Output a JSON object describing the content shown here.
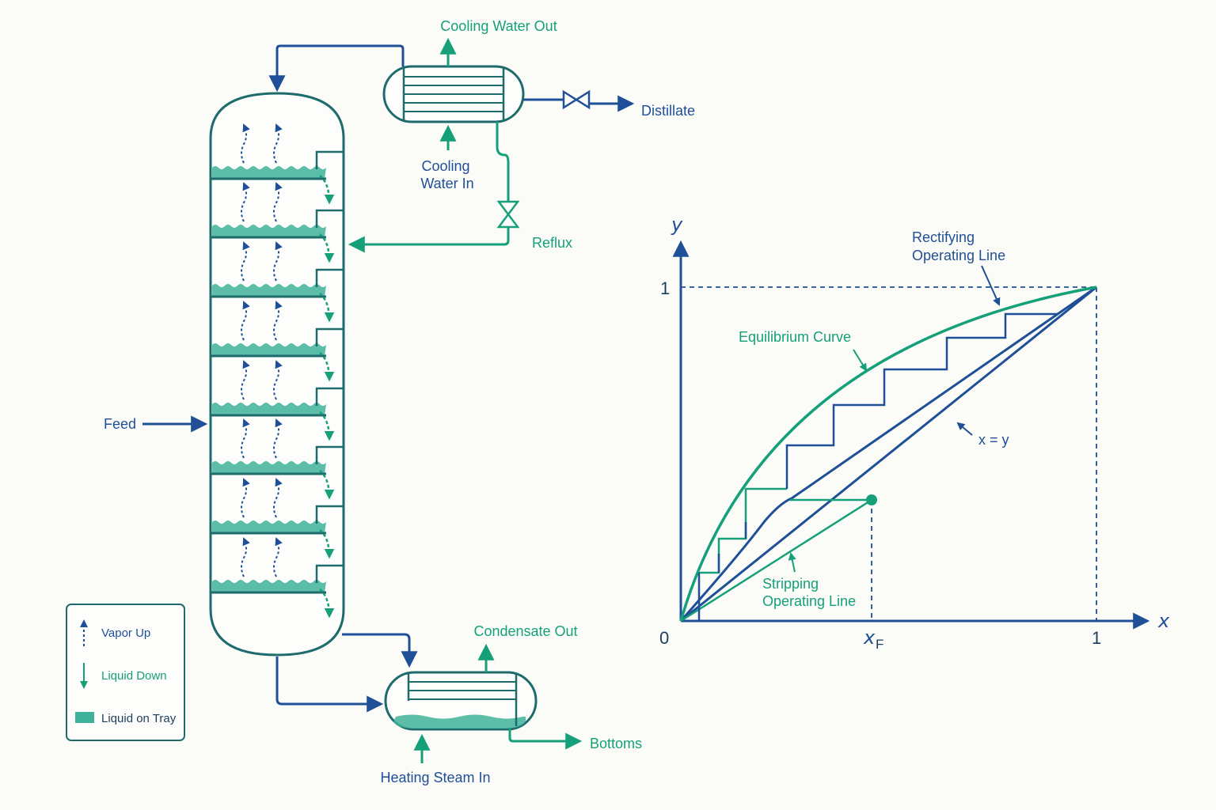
{
  "labels": {
    "cooling_water_out": "Cooling Water Out",
    "cooling_water_in_1": "Cooling",
    "cooling_water_in_2": "Water In",
    "distillate": "Distillate",
    "reflux": "Reflux",
    "feed": "Feed",
    "condensate_out": "Condensate Out",
    "bottoms": "Bottoms",
    "heating_steam_in": "Heating Steam In"
  },
  "legend": {
    "vapor_up": "Vapor Up",
    "liquid_down": "Liquid Down",
    "liquid_on_tray": "Liquid on Tray"
  },
  "chart": {
    "y_axis": "y",
    "x_axis": "x",
    "origin": "0",
    "y_one": "1",
    "x_one": "1",
    "xf_main": "x",
    "xf_sub": "F",
    "rectifying_1": "Rectifying",
    "rectifying_2": "Operating Line",
    "equilibrium": "Equilibrium Curve",
    "diagonal": "x = y",
    "stripping_1": "Stripping",
    "stripping_2": "Operating Line"
  },
  "colors": {
    "blue": "#1f4f96",
    "green": "#15a07a",
    "teal_dark": "#1d6b6b",
    "liquid": "#3fb39a"
  }
}
